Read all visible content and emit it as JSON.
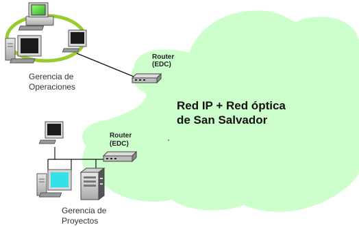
{
  "network": {
    "title_line1": "Red IP + Red óptica",
    "title_line2": "de San Salvador",
    "cloud_color": "#ccffcc"
  },
  "routers": {
    "top": {
      "label_line1": "Router",
      "label_line2": "(EDC)"
    },
    "bottom": {
      "label_line1": "Router",
      "label_line2": "(EDC)"
    }
  },
  "sites": {
    "operaciones": {
      "label_line1": "Gerencia de",
      "label_line2": "Operaciones",
      "ring_color": "#99cc33"
    },
    "proyectos": {
      "label_line1": "Gerencia de",
      "label_line2": "Proyectos"
    }
  },
  "icons": [
    "desktop-computer-icon",
    "crt-monitor-icon",
    "router-icon",
    "tower-server-icon"
  ]
}
